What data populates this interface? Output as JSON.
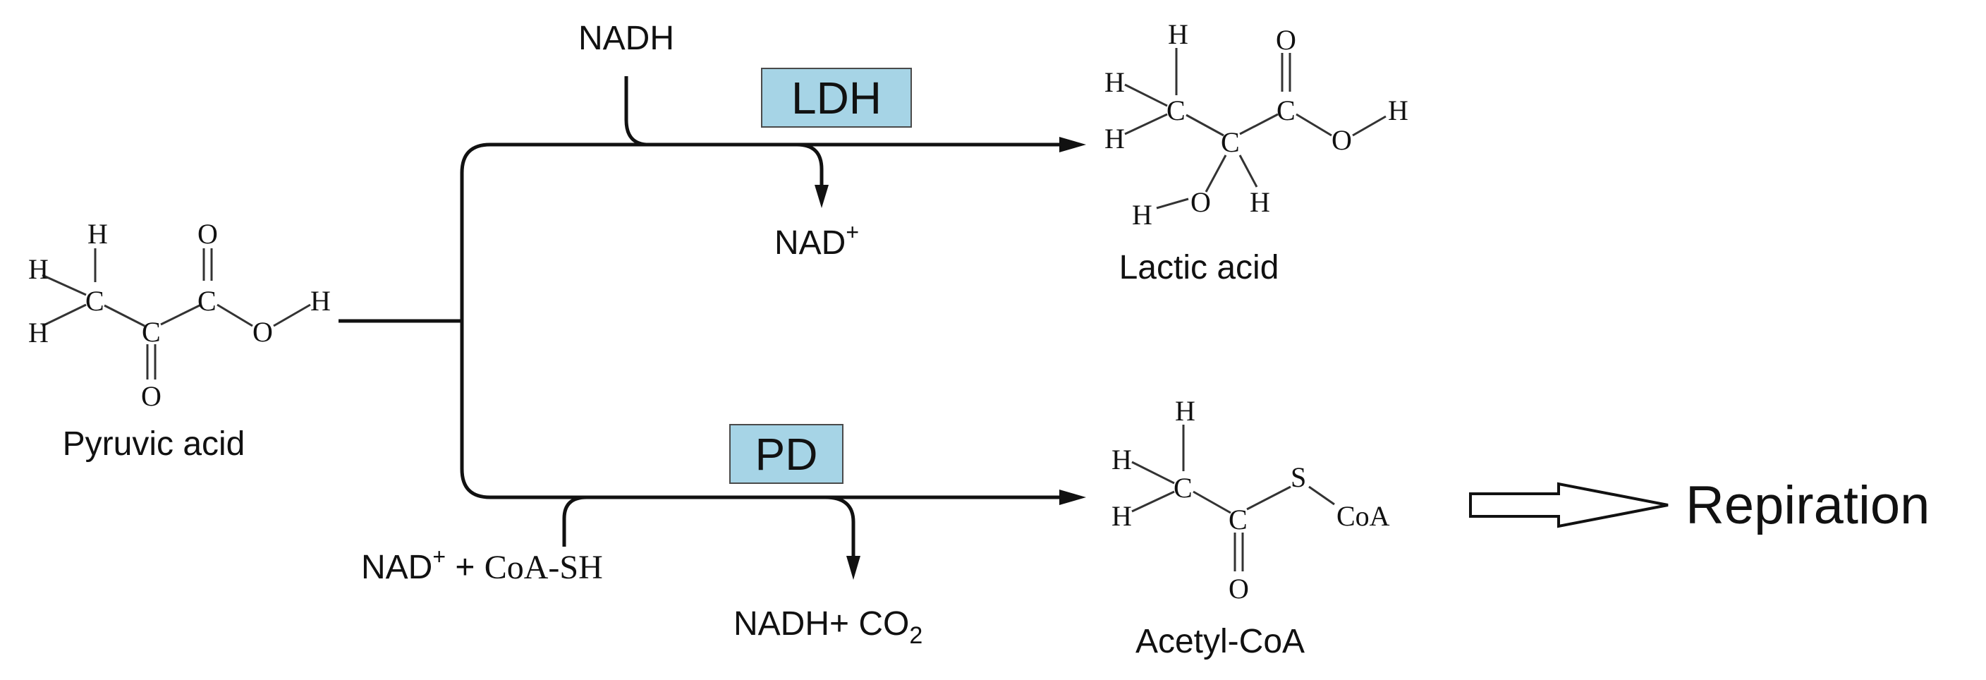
{
  "cofactors": {
    "ldh_input": "NADH",
    "ldh_output_base": "NAD",
    "ldh_output_sup": "+",
    "pd_input_base": "NAD",
    "pd_input_sup": "+",
    "pd_input_rest": " + ",
    "pd_input_coa": "CoA-SH",
    "pd_output_base": "NADH+ CO",
    "pd_output_sub": "2"
  },
  "enzymes": {
    "ldh": {
      "label": "LDH",
      "color": "#a6d4e6"
    },
    "pd": {
      "label": "PD",
      "color": "#a6d4e6"
    }
  },
  "molecules": {
    "pyruvic_acid": "Pyruvic acid",
    "lactic_acid": "Lactic acid",
    "acetyl_coa": "Acetyl-CoA"
  },
  "atoms": {
    "H": "H",
    "C": "C",
    "O": "O",
    "S": "S",
    "CoA": "CoA"
  },
  "outcome": "Repiration"
}
